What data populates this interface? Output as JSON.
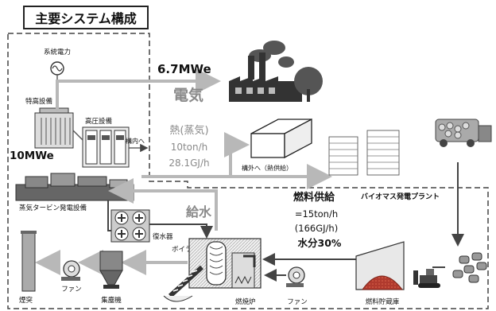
{
  "title": "主要システム構成",
  "labels": {
    "grid_power": "系統電力",
    "special_hv": "特高設備",
    "hv_equipment": "高圧設備",
    "to_inside": "構内へ",
    "output_10mwe": "10MWe",
    "output_67mwe": "6.7MWe",
    "electricity": "電気",
    "heat_steam": "熱(蒸気)",
    "heat_rate": "10ton/h",
    "heat_energy": "28.1GJ/h",
    "to_outside": "構外へ（熱供給）",
    "turbine": "蒸気タービン発電設備",
    "feedwater": "給水",
    "condenser": "復水器",
    "boiler": "ボイラー",
    "fuel_supply": "燃料供給",
    "fuel_rate": "=15ton/h",
    "fuel_energy": "(166GJ/h)",
    "moisture": "水分30%",
    "biomass_plant": "バイオマス発電プラント",
    "chimney": "煙突",
    "fan_left": "ファン",
    "dust_collector": "集塵機",
    "furnace": "燃焼炉",
    "fan_right": "ファン",
    "fuel_storage": "燃料貯蔵庫"
  },
  "colors": {
    "arrow_grey": "#b8b8b8",
    "dark_line": "#333333",
    "fuel_pile": "#c0392b",
    "title_border": "#222222"
  },
  "icons": [
    "ac-source-icon",
    "transformer-icon",
    "switchgear-icon",
    "factory-icon",
    "building-icon",
    "turbine-icon",
    "fan-icon",
    "boiler-icon",
    "furnace-icon",
    "storage-icon",
    "bulldozer-icon",
    "chimney-icon",
    "dust-collector-icon",
    "logs-icon",
    "chip-truck-icon"
  ]
}
